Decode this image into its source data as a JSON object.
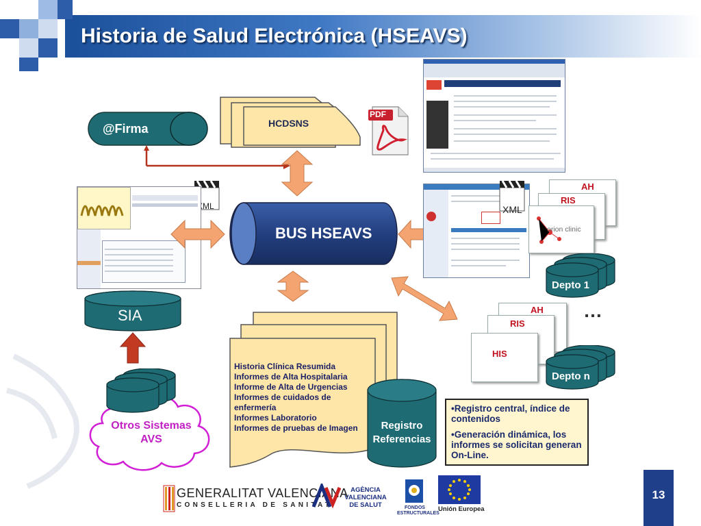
{
  "title": "Historia de Salud Electrónica (HSEAVS)",
  "firma": "@Firma",
  "hcdsns": "HCDSNS",
  "pdf_label": "PDF",
  "xml_label": "XML",
  "bus": "BUS HSEAVS",
  "sia": "SIA",
  "otros": [
    "Otros Sistemas",
    "AVS"
  ],
  "history_items": [
    "Historia Clínica Resumida",
    "Informes de Alta Hospitalaria",
    "Informe de Alta de  Urgencias",
    "Informes de cuidados de",
    "enfermería",
    "Informes Laboratorio",
    "Informes de pruebas de Imagen"
  ],
  "registro": [
    "Registro",
    "Referencias"
  ],
  "info_bullets": [
    "•Registro central, índice de contenidos",
    "•Generación dinámica, los informes se solicitan generan On-Line."
  ],
  "depto1": "Depto 1",
  "depton": "Depto n",
  "ellipsis": "…",
  "cards_top": [
    "AH",
    "RIS"
  ],
  "cards_bottom": [
    "AH",
    "RIS",
    "HIS"
  ],
  "orion": "orion clinic",
  "page_number": "13",
  "footer": {
    "gva_line1": "GENERALITAT VALENCIANA",
    "gva_line2": "CONSELLERIA DE SANITAT",
    "avs": [
      "AGÈNCIA",
      "VALENCIANA",
      "DE SALUT"
    ],
    "fondos": [
      "FONDOS",
      "ESTRUCTURALES"
    ],
    "ue": "Unión Europea"
  },
  "colors": {
    "header_blue": "#1b4f9a",
    "drum_teal": "#1e6b74",
    "bus_navy": "#223a78",
    "doc_yellow": "#fde6a8",
    "arrow_orange": "#f4a470",
    "red": "#c1121f"
  }
}
